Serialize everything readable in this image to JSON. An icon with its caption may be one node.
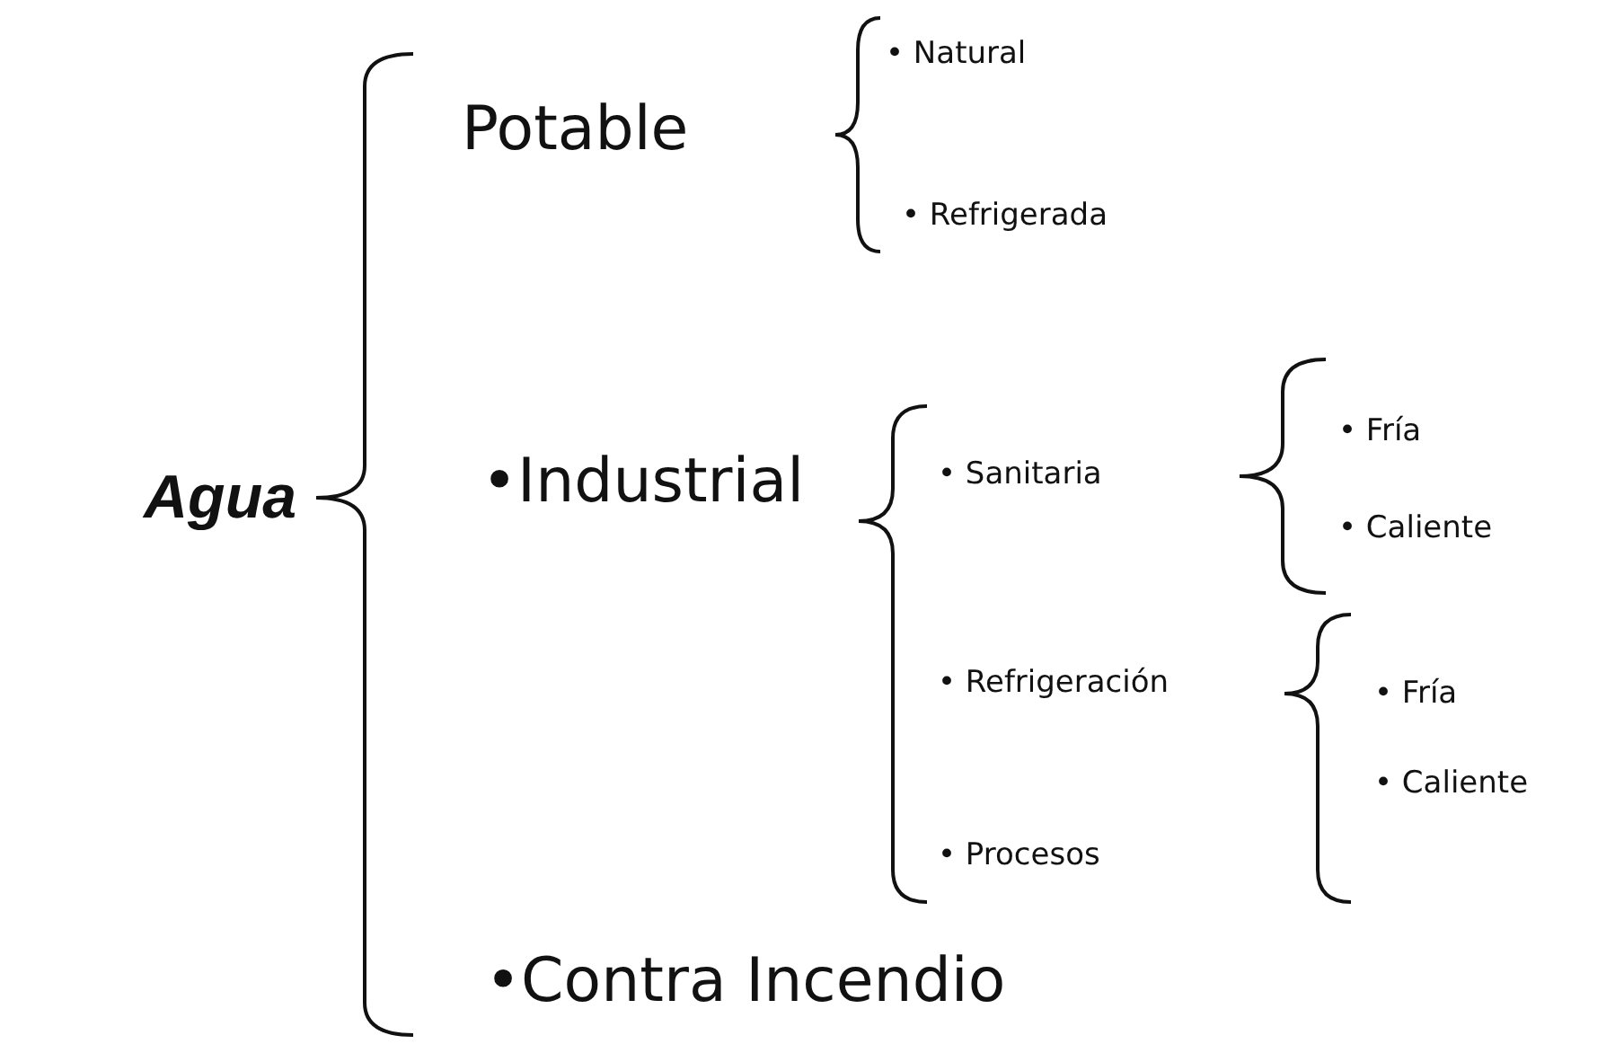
{
  "diagram": {
    "nodes": [
      {
        "text": [
          "Agua"
        ]
      },
      {
        "text": [
          "Potable"
        ]
      },
      {
        "text": [
          "•Industrial"
        ]
      },
      {
        "text": [
          "•Contra Incendio"
        ]
      },
      {
        "text": [
          "• Natural"
        ]
      },
      {
        "text": [
          "• Refrigerada"
        ]
      },
      {
        "text": [
          "• Sanitaria"
        ]
      },
      {
        "text": [
          "• Refrigeración"
        ]
      },
      {
        "text": [
          "• Procesos"
        ]
      },
      {
        "text": [
          "• Fría"
        ]
      },
      {
        "text": [
          "• Caliente"
        ]
      },
      {
        "text": [
          "• Fría"
        ]
      },
      {
        "text": [
          "• Caliente"
        ]
      }
    ]
  }
}
